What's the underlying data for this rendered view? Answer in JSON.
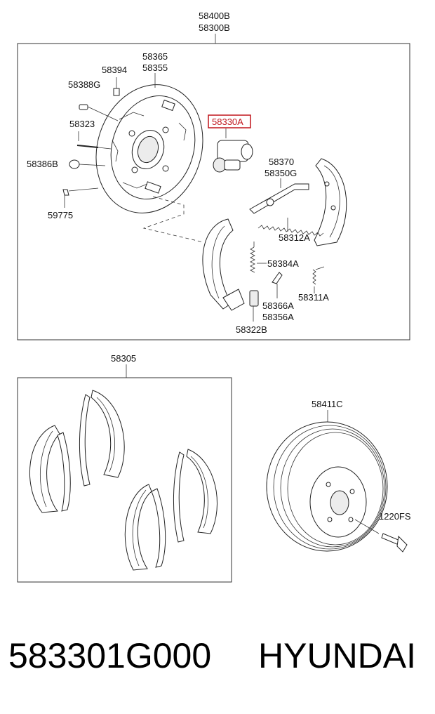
{
  "labels": {
    "assy_top_1": "58400B",
    "assy_top_2": "58300B",
    "p58365": "58365",
    "p58355": "58355",
    "p58394": "58394",
    "p58388G": "58388G",
    "p58323": "58323",
    "p58330A": "58330A",
    "p58386B": "58386B",
    "p59775": "59775",
    "p58370": "58370",
    "p58350G": "58350G",
    "p58312A": "58312A",
    "p58384A": "58384A",
    "p58366A": "58366A",
    "p58356A": "58356A",
    "p58311A": "58311A",
    "p58322B": "58322B",
    "p58305": "58305",
    "p58411C": "58411C",
    "p1220FS": "1220FS"
  },
  "footer": {
    "part_number": "583301G000",
    "brand": "HYUNDAI"
  },
  "colors": {
    "highlight": "#c0151c",
    "line": "#333333"
  }
}
